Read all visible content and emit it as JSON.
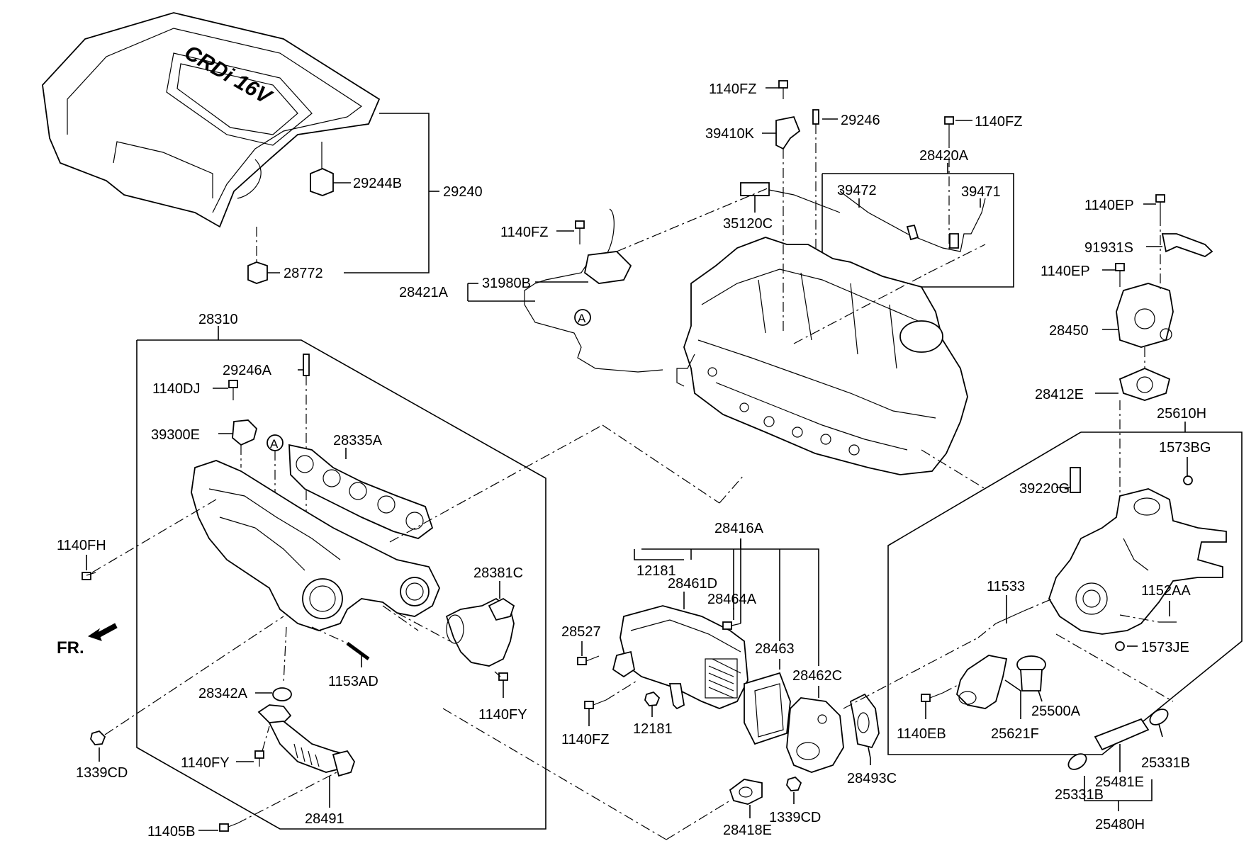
{
  "diagram": {
    "labels": {
      "p29240": "29240",
      "p29244B": "29244B",
      "p28772": "28772",
      "p1140FZ_a": "1140FZ",
      "p39410K": "39410K",
      "p29246": "29246",
      "p1140FZ_b": "1140FZ",
      "p28420A": "28420A",
      "p39472": "39472",
      "p39471": "39471",
      "p35120C": "35120C",
      "p1140FZ_c": "1140FZ",
      "p31980B": "31980B",
      "p28421A": "28421A",
      "p1140EP_a": "1140EP",
      "p91931S": "91931S",
      "p1140EP_b": "1140EP",
      "p28450": "28450",
      "p28412E": "28412E",
      "p25610H": "25610H",
      "p1573BG": "1573BG",
      "p39220G": "39220G",
      "p28310": "28310",
      "p29246A": "29246A",
      "p1140DJ": "1140DJ",
      "p39300E": "39300E",
      "p28335A": "28335A",
      "p1140FH": "1140FH",
      "p28381C": "28381C",
      "fr": "FR.",
      "p1153AD": "1153AD",
      "p28342A": "28342A",
      "p1140FY_a": "1140FY",
      "p1339CD_a": "1339CD",
      "p1140FY_b": "1140FY",
      "p28491": "28491",
      "p11405B": "11405B",
      "p28416A": "28416A",
      "p12181_a": "12181",
      "p28461D": "28461D",
      "p28464A": "28464A",
      "p28527": "28527",
      "p28463": "28463",
      "p28462C": "28462C",
      "p1140FZ_d": "1140FZ",
      "p12181_b": "12181",
      "p28493C": "28493C",
      "p28418E": "28418E",
      "p1339CD_b": "1339CD",
      "p11533": "11533",
      "p1152AA": "1152AA",
      "p1573JE": "1573JE",
      "p1140EB": "1140EB",
      "p25621F": "25621F",
      "p25500A": "25500A",
      "p25331B_a": "25331B",
      "p25481E": "25481E",
      "p25331B_b": "25331B",
      "p25480H": "25480H",
      "marker_a1": "A",
      "marker_a2": "A"
    },
    "emblem_text": "CRDi 16V"
  }
}
